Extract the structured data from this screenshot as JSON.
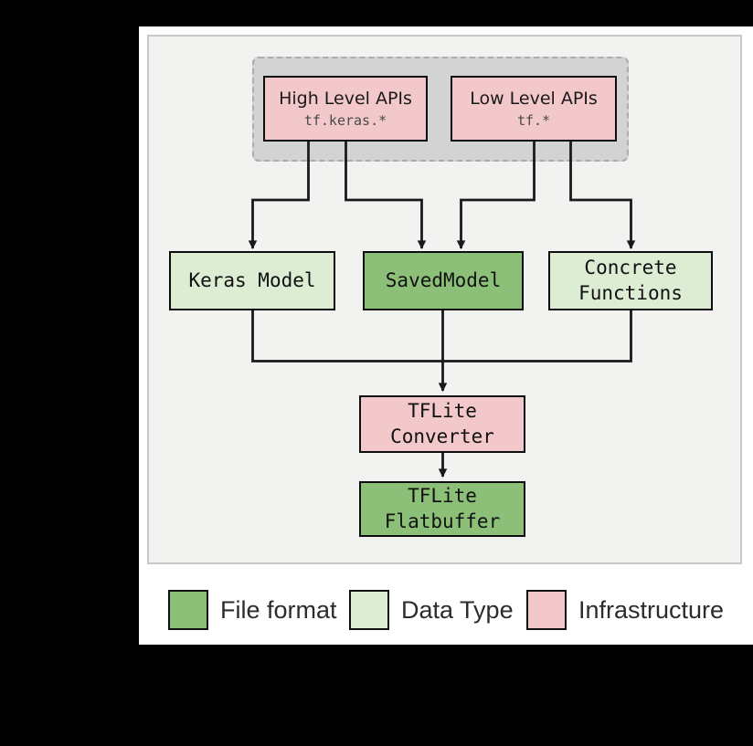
{
  "figure": {
    "api_group": {
      "high_level_apis": {
        "title": "High Level APIs",
        "code": "tf.keras.*"
      },
      "low_level_apis": {
        "title": "Low Level APIs",
        "code": "tf.*"
      }
    },
    "nodes": {
      "keras_model": {
        "label": "Keras Model"
      },
      "saved_model": {
        "label": "SavedModel"
      },
      "concrete_functions": {
        "line1": "Concrete",
        "line2": "Functions"
      },
      "tflite_converter": {
        "line1": "TFLite",
        "line2": "Converter"
      },
      "tflite_flatbuffer": {
        "line1": "TFLite",
        "line2": "Flatbuffer"
      }
    },
    "legend": [
      {
        "label": "File format",
        "color": "#8cc078"
      },
      {
        "label": "Data Type",
        "color": "#dcedd3"
      },
      {
        "label": "Infrastructure",
        "color": "#f2c8ca"
      }
    ],
    "colors": {
      "file_format_green": "#8cc078",
      "data_type_green": "#dcedd3",
      "infrastructure_pink": "#f2c8ca",
      "panel_gray": "#f2f2f1",
      "group_gray": "#d3d3d3",
      "connector_black": "#1a1a1a"
    }
  }
}
